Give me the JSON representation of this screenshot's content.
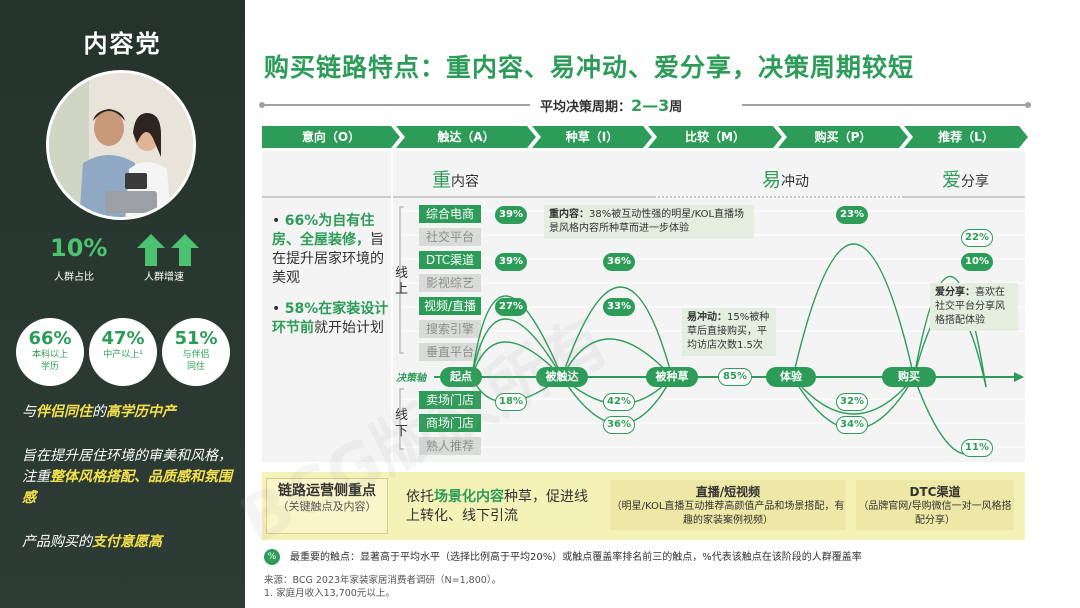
{
  "left_panel": {
    "title": "内容党",
    "stats": [
      {
        "value": "10%",
        "label": "人群占比"
      },
      {
        "value": "",
        "label": "人群增速"
      }
    ],
    "circles": [
      {
        "value": "66%",
        "label_lines": [
          "本科以上",
          "学历"
        ]
      },
      {
        "value": "47%",
        "label_lines": [
          "中产以上¹",
          ""
        ]
      },
      {
        "value": "51%",
        "label_lines": [
          "与伴侣",
          "同住"
        ]
      }
    ],
    "headline": {
      "p1": "与",
      "h1": "伴侣同住",
      "p2": "的",
      "h2": "高学历中产"
    },
    "desc": {
      "p1": "旨在提升居住环境的审美和风格，注重",
      "h1": "整体风格搭配、品质感和氛围感"
    },
    "pay": {
      "p1": "产品购买的",
      "h1": "支付意愿高"
    }
  },
  "main": {
    "title": "购买链路特点：重内容、易冲动、爱分享，决策周期较短",
    "cycle": {
      "label": "平均决策周期：",
      "value": "2—3",
      "unit": "周"
    },
    "stages": [
      "意向（O）",
      "触达（A）",
      "种草（I）",
      "比较（M）",
      "购买（P）",
      "推荐（L）"
    ],
    "sections": [
      {
        "big": "重",
        "rest": "内容"
      },
      {
        "big": "易",
        "rest": "冲动"
      },
      {
        "big": "爱",
        "rest": "分享"
      }
    ],
    "bullets": [
      {
        "hl": "66%为自有住房、全屋装修，",
        "rest": "旨在提升居家环境的美观"
      },
      {
        "hl": "58%在家装设计环节前",
        "rest": "就开始计划"
      }
    ],
    "online_label": "线上",
    "offline_label": "线下",
    "axis_label": "决策轴",
    "channels_online": [
      {
        "label": "综合电商",
        "active": true
      },
      {
        "label": "社交平台",
        "active": false
      },
      {
        "label": "DTC渠道",
        "active": true
      },
      {
        "label": "影视综艺",
        "active": false
      },
      {
        "label": "视频/直播",
        "active": true
      },
      {
        "label": "搜索引擎",
        "active": false
      },
      {
        "label": "垂直平台",
        "active": false
      }
    ],
    "channels_offline": [
      {
        "label": "卖场门店",
        "active": true
      },
      {
        "label": "商场门店",
        "active": true
      },
      {
        "label": "熟人推荐",
        "active": false
      }
    ],
    "nodes": [
      "起点",
      "被触达",
      "被种草",
      "85%",
      "体验",
      "购买"
    ],
    "pills": {
      "a1": "39%",
      "a2": "39%",
      "a3": "27%",
      "a4": "18%",
      "i1": "36%",
      "i2": "33%",
      "i3": "42%",
      "i4": "36%",
      "p1": "23%",
      "p2": "32%",
      "p3": "34%",
      "l1": "22%",
      "l2": "10%",
      "l3": "11%"
    },
    "notes": {
      "n1_title": "重内容：",
      "n1_body": "38%被互动性强的明星/KOL直播场景风格内容所种草而进一步体验",
      "n2_title": "易冲动：",
      "n2_body": "15%被种草后直接购买，平均访店次数1.5次",
      "n3_title": "爱分享：",
      "n3_body": "喜欢在社交平台分享风格搭配体验"
    }
  },
  "bottom": {
    "box_title": "链路运营侧重点",
    "box_sub": "（关键触点及内容）",
    "main": {
      "p1": "依托",
      "hl": "场景化内容",
      "p2": "种草，促进线上转化、线下引流"
    },
    "cards": [
      {
        "title": "直播/短视频",
        "body": "（明星/KOL直播互动推荐高颜值产品和场景搭配，有趣的家装案例视频）"
      },
      {
        "title": "DTC渠道",
        "body": "（品牌官网/导购微信一对一风格搭配分享）"
      }
    ]
  },
  "legend": {
    "dot": "%",
    "text": "最重要的触点：显著高于平均水平（选择比例高于平均20%）或触点覆盖率排名前三的触点，%代表该触点在该阶段的人群覆盖率"
  },
  "source": [
    "来源：BCG 2023年家装家居消费者调研（N=1,800）。",
    "1. 家庭月收入13,700元以上。"
  ],
  "watermark": "BCG版权所有",
  "colors": {
    "accent": "#2e9c59",
    "highlight": "#f4e04d",
    "panel": "#2a3a32",
    "note_bg": "#e3eedf",
    "bottom_bg": "#f5f2b8"
  }
}
